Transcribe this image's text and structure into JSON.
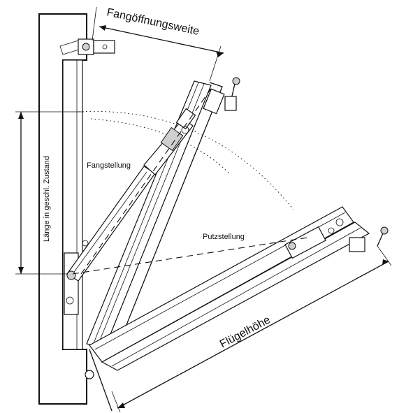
{
  "labels": {
    "catch_opening_width": "Fangöffnungsweite",
    "length_closed_state": "Länge in geschl. Zustand",
    "catch_position": "Fangstellung",
    "cleaning_position": "Putzstellung",
    "sash_height": "Flügelhöhe"
  }
}
